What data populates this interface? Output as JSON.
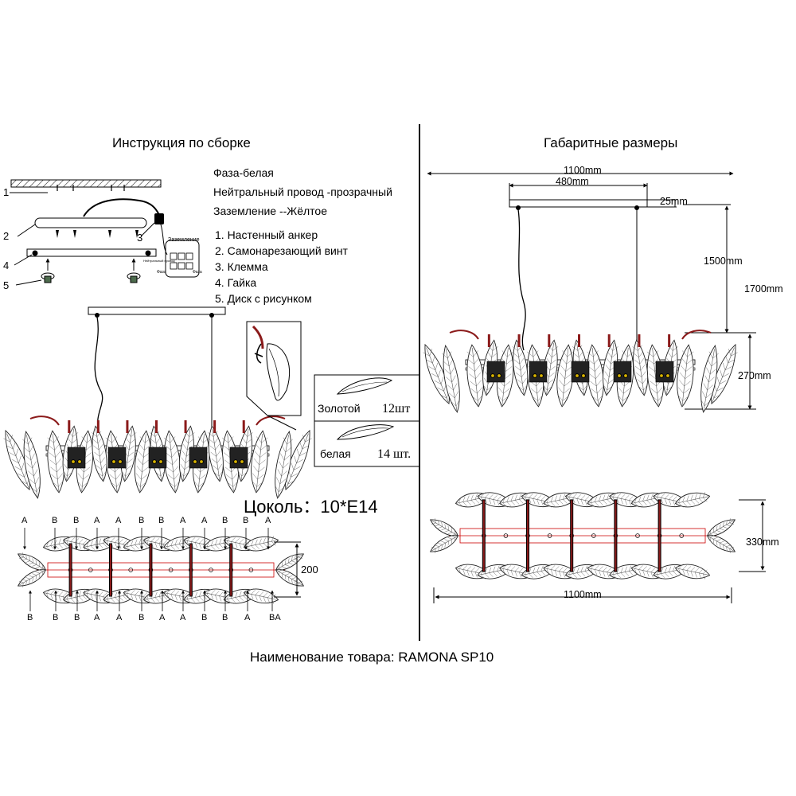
{
  "left": {
    "title": "Инструкция по сборке",
    "wires": [
      "Фаза-белая",
      "Нейтральный провод -прозрачный",
      "Заземление --Жёлтое"
    ],
    "parts": [
      "1. Настенный анкер",
      "2. Самонарезающий винт",
      "3. Клемма",
      "4. Гайка",
      "5. Диск с рисунком"
    ],
    "callouts": [
      "1",
      "2",
      "3",
      "4",
      "5"
    ],
    "terminal": {
      "ground": "Заземление",
      "neutral": "Нейтральный провод",
      "phase_left": "Фаза",
      "phase_right": "Фаза"
    },
    "leaf_gold": {
      "name": "Золотой",
      "count": "12шт"
    },
    "leaf_white": {
      "name": "белая",
      "count": "14 шт."
    },
    "socket": "Цоколь：10*E14",
    "top_view_width": "200",
    "top_letters": [
      "A",
      "B",
      "B",
      "A",
      "A",
      "B",
      "B",
      "A",
      "A",
      "B",
      "B",
      "A"
    ],
    "bottom_letters": [
      "B",
      "B",
      "B",
      "A",
      "A",
      "B",
      "A",
      "A",
      "B",
      "B",
      "A",
      "BA"
    ]
  },
  "right": {
    "title": "Габаритные размеры",
    "dim_total_width": "1100mm",
    "dim_canopy_width": "480mm",
    "dim_canopy_height": "25mm",
    "dim_cable": "1500mm",
    "dim_total_height": "1700mm",
    "dim_body_height": "270mm",
    "dim_depth": "330mm",
    "dim_bottom_width": "1100mm"
  },
  "product_name": "Наименование товара: RAMONA SP10",
  "colors": {
    "line": "#000000",
    "rod": "#8b1a1a",
    "leaf": "#555555"
  }
}
